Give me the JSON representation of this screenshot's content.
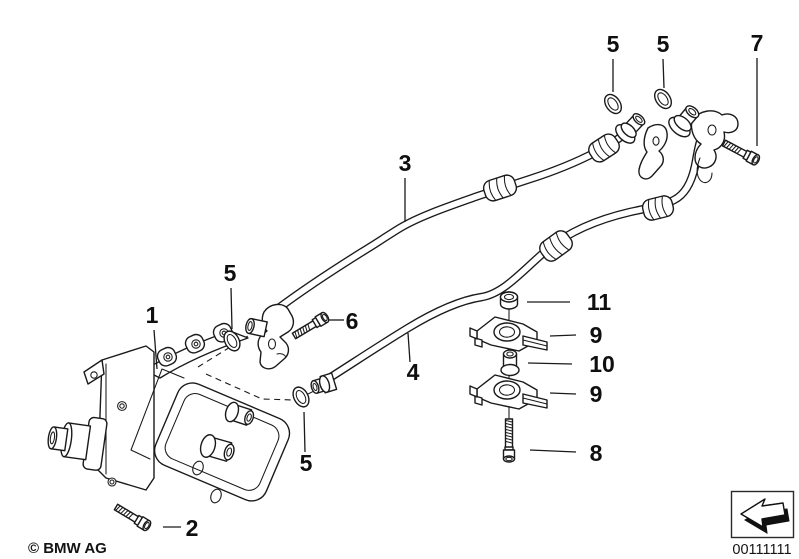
{
  "colors": {
    "ink": "#1a1a1a",
    "paper": "#ffffff"
  },
  "callouts": [
    {
      "ref": "1"
    },
    {
      "ref": "2"
    },
    {
      "ref": "3"
    },
    {
      "ref": "4"
    },
    {
      "ref": "5"
    },
    {
      "ref": "5"
    },
    {
      "ref": "5"
    },
    {
      "ref": "5"
    },
    {
      "ref": "6"
    },
    {
      "ref": "7"
    },
    {
      "ref": "8"
    },
    {
      "ref": "9"
    },
    {
      "ref": "9"
    },
    {
      "ref": "10"
    },
    {
      "ref": "11"
    }
  ],
  "footer": {
    "copyright": "© BMW AG",
    "document_number": "00111111"
  },
  "icons": {
    "continuation_arrow": "arrow-down-left-3d"
  }
}
